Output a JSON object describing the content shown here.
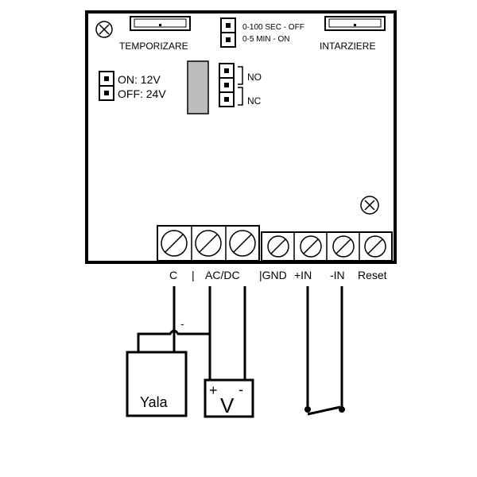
{
  "board": {
    "left_trimmer_label": "TEMPORIZARE",
    "right_trimmer_label": "INTARZIERE",
    "range_jumper": {
      "line1": "0-100 SEC - OFF",
      "line2": "0-5 MIN - ON"
    },
    "voltage_jumper": {
      "on_label": "ON: 12V",
      "off_label": "OFF: 24V"
    },
    "relay_contacts": {
      "no_label": "NO",
      "nc_label": "NC"
    }
  },
  "terminals": {
    "c": "C",
    "sep": "|",
    "acdc": "AC/DC",
    "gnd": "|GND",
    "plus_in": "+IN",
    "minus_in": "-IN",
    "reset": "Reset"
  },
  "external": {
    "minus_mark": "-",
    "lock_label": "Yala",
    "supply_label": "V",
    "supply_plus": "+",
    "supply_minus": "-"
  }
}
